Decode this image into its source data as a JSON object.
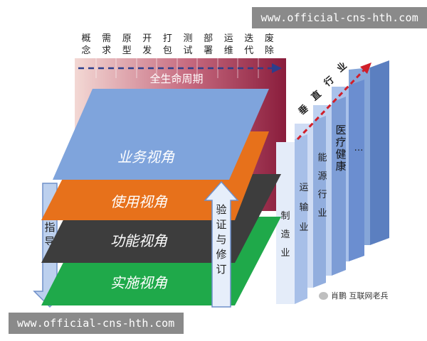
{
  "lifecycle": {
    "phases": [
      "概念",
      "需求",
      "原型",
      "开发",
      "打包",
      "测试",
      "部署",
      "运维",
      "迭代",
      "废除"
    ],
    "banner": "全生命周期"
  },
  "perspectives": {
    "business": "业务视角",
    "usage": "使用视角",
    "function": "功能视角",
    "implementation": "实施视角"
  },
  "arrows": {
    "guide": "指导",
    "verify": "验证与修订"
  },
  "vertical": {
    "label": "垂直行业",
    "industries": [
      "制造业",
      "运输业",
      "能源行业",
      "医疗健康",
      "…"
    ]
  },
  "watermarks": {
    "top": "www.official-cns-hth.com",
    "bottom": "www.official-cns-hth.com",
    "wechat": "肖鹏 互联网老兵"
  },
  "colors": {
    "business": "#7fa4dc",
    "usage": "#e7711b",
    "function": "#3d3d3d",
    "implementation": "#1fa94a",
    "lifecycle_gradient": [
      "#f2d4d0",
      "#8c1f3e"
    ],
    "panels": "#b0c8ec",
    "arrow_red": "#d01f2a"
  }
}
